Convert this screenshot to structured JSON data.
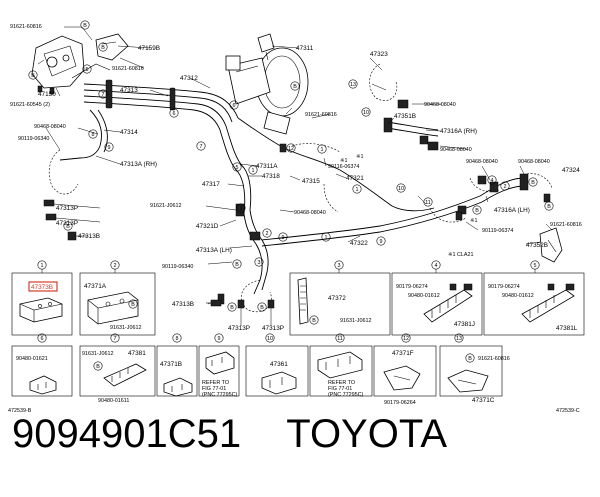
{
  "caption": {
    "part_number": "9094901C51",
    "brand": "TOYOTA"
  },
  "colors": {
    "highlight_label": "#d23c28"
  },
  "diagram_codes": {
    "left": "472539-B",
    "right": "472539-C"
  },
  "legend": {
    "note": "※1 CLA21"
  },
  "labels": {
    "p47150": "47150",
    "p47159B": "47159B",
    "p47311": "47311",
    "p47312": "47312",
    "p47313": "47313",
    "p47314": "47314",
    "p47313A_RH": "47313A (RH)",
    "p47313P_a": "47313P",
    "p47313P_b": "47313P",
    "p47313B": "47313B",
    "p47323": "47323",
    "p47351B": "47351B",
    "p47316A_RH": "47316A (RH)",
    "p47321": "47321",
    "p47311A": "47311A",
    "p47318": "47318",
    "p47317": "47317",
    "p47315": "47315",
    "p47321D": "47321D",
    "p47313A_LH": "47313A (LH)",
    "p47322": "47322",
    "p47316A_LH": "47316A (LH)",
    "p47352B": "47352B",
    "p47324": "47324",
    "c91621_60816_tl": "91621-60816",
    "c91621_60816_tr": "91621-60816",
    "c91621_60545": "91621-60545 (2)",
    "c90468_08040_l": "90468-08040",
    "c90119_06340_l": "90119-06340",
    "c91621_60816_m": "91621-60816",
    "c90468_08040_tr": "90468-08040",
    "c90468_08040_mr": "90468-08040",
    "c90468_08040_r1": "90468-08040",
    "c90468_08040_r2": "90468-08040",
    "c90116_06374": "90116-06374",
    "c91621_J0612_m": "91621-J0612",
    "c90468_08040_c": "90468-08040",
    "c90119_06374": "90119-06374",
    "c91621_60816_r": "91621-60816",
    "c90119_06340_b": "90119-06340",
    "star_a": "※1",
    "star_b": "※1",
    "star_c": "※1",
    "n1": "1",
    "n2": "2",
    "n3": "3",
    "n4": "4",
    "n5": "5",
    "n6": "6",
    "n7": "7",
    "n8": "8",
    "n9": "9",
    "n10": "10",
    "n11": "11",
    "n12": "12",
    "n13": "13",
    "m47373B": "47373B",
    "m47371A": "47371A",
    "m91631_J0612_2": "91631-J0612",
    "m47313B": "47313B",
    "m47372": "47372",
    "m91631_J0612_3": "91631-J0612",
    "m90179_06274_a": "90179-06274",
    "m90480_01612_a": "90480-01612",
    "m47381J": "47381J",
    "m90179_06274_b": "90179-06274",
    "m90480_01612_b": "90480-01612",
    "m47381L": "47381L",
    "m90480_01621": "90480-01621",
    "m91631_J0612_7": "91631-J0612",
    "m47381": "47381",
    "m90480_01611": "90480-01611",
    "m47371B": "47371B",
    "m47361": "47361",
    "m47371F": "47371F",
    "m90179_06264": "90179-06264",
    "m91621_60816": "91621-60816",
    "m47371C": "47371C",
    "refer_a": "REFER TO",
    "refer_a2": "FIG 77-01",
    "refer_a3": "(PNC 77295C)",
    "refer_b": "REFER TO",
    "refer_b2": "FIG 77-01",
    "refer_b3": "(PNC 77295C)"
  }
}
